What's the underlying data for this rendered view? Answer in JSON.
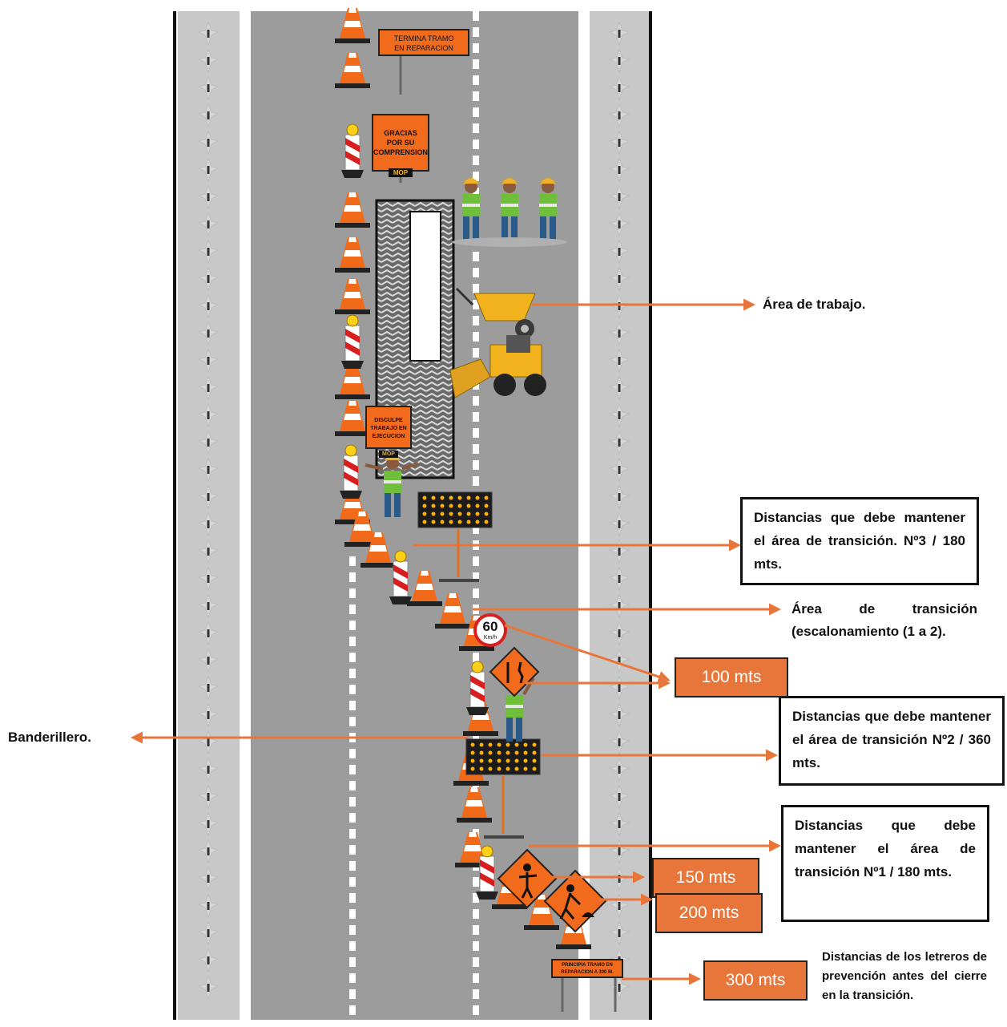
{
  "signs": {
    "end": "TERMINA TRAMO\nEN REPARACION",
    "thanks": "GRACIAS\nPOR SU\nCOMPRENSION",
    "excuse": "DISCULPE\nTRABAJO EN\nEJECUCION",
    "start": "PRINCIPIA TRAMO EN\nREPARACION A 300 M.",
    "speed": "60",
    "speed_unit": "Km/h",
    "logo": "MOP"
  },
  "labels": {
    "work_area": "Área de trabajo.",
    "transition_area": "Área de transición (escalonamiento (1 a 2).",
    "flagger": "Banderillero.",
    "dist3": "Distancias que debe mantener el área de transición. Nº3 / 180 mts.",
    "dist2": "Distancias que debe mantener el área de transición Nº2 / 360 mts.",
    "dist1": "Distancias que debe mantener el área de transición Nº1 / 180 mts.",
    "signs_dist": "Distancias de los letreros de prevención antes del cierre en la transición."
  },
  "distances": {
    "d100": "100 mts",
    "d150": "150 mts",
    "d200": "200 mts",
    "d300": "300 mts"
  },
  "colors": {
    "arrow": "#e8763a",
    "road": "#9c9c9c",
    "sign": "#f26b1d",
    "cone": "#f06a1a"
  }
}
